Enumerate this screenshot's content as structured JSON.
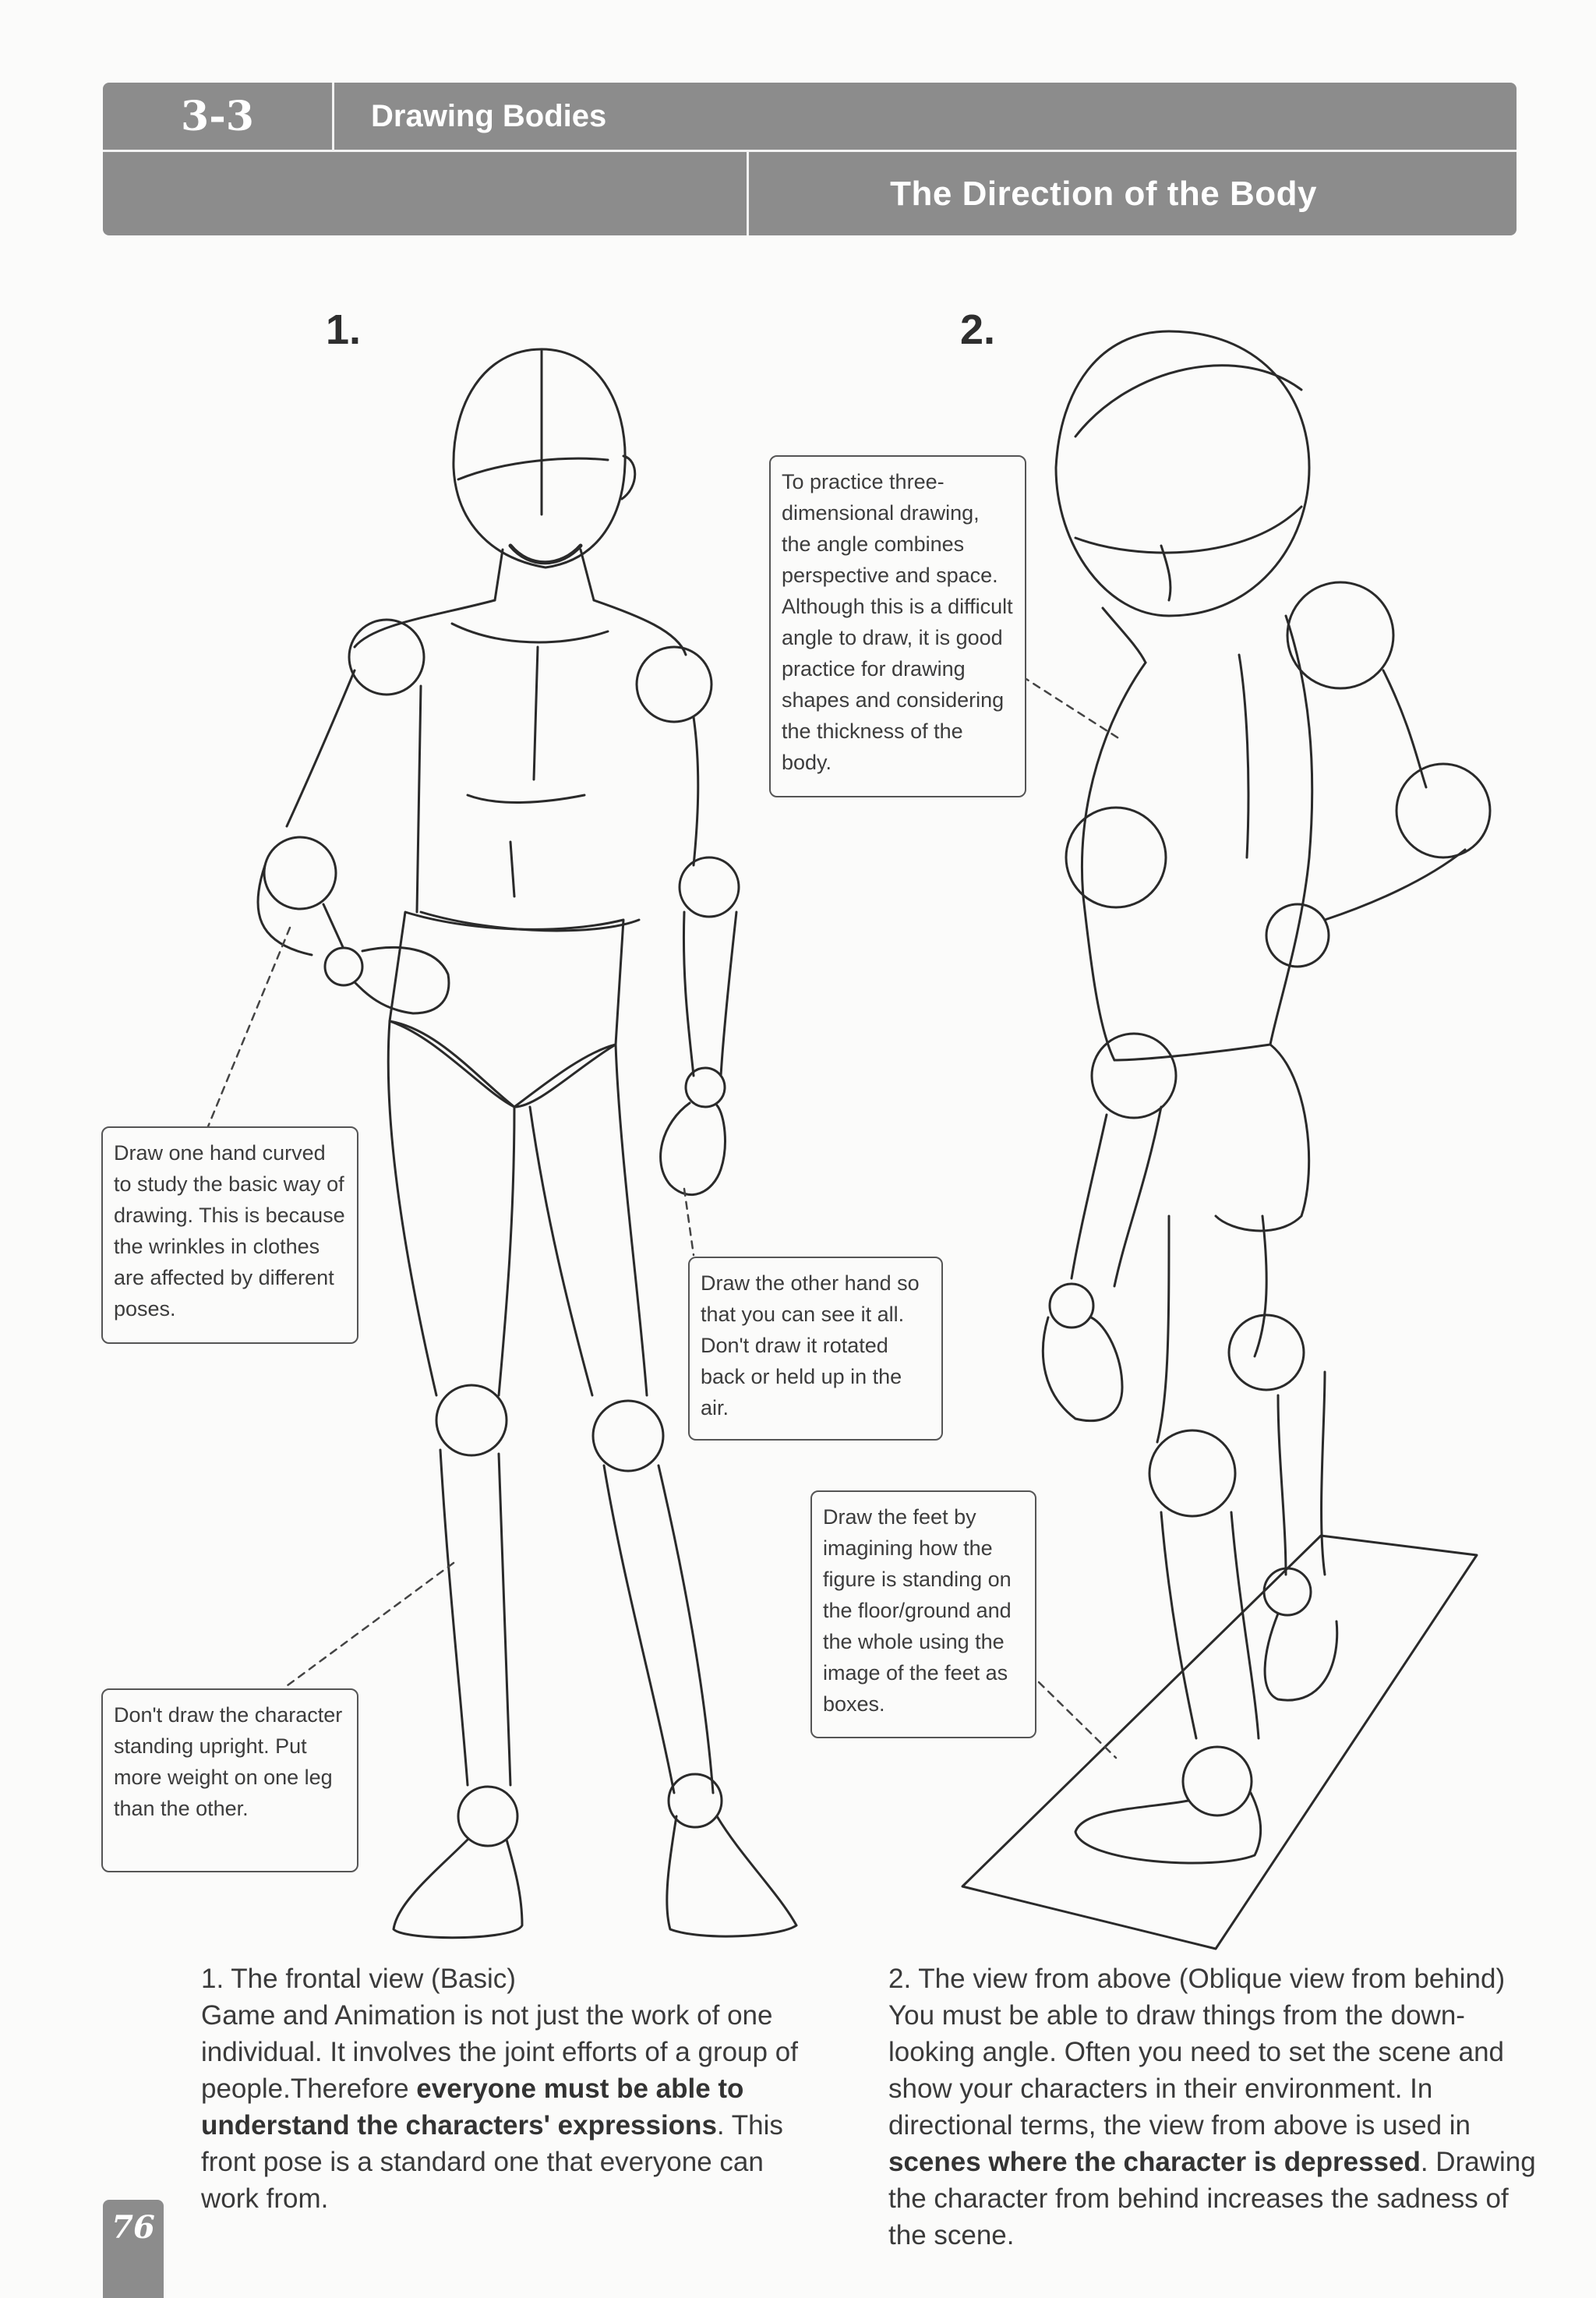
{
  "header": {
    "section_number": "3-3",
    "section_title": "Drawing Bodies",
    "subtitle": "The Direction of the Body"
  },
  "figures": {
    "label_1": "1.",
    "label_2": "2."
  },
  "callouts": {
    "three_dimensional": "To practice three-dimensional drawing, the angle combines perspective and space. Although this is a difficult angle to draw, it is good practice for drawing shapes and considering the thickness of the body.",
    "hand_curved": "Draw one hand curved to study the basic way of drawing. This is because the wrinkles in clothes are affected by different poses.",
    "other_hand": "Draw the other hand so that you can see it all. Don't draw it rotated back or held up in the air.",
    "feet": "Draw the feet by imagining how the figure is standing on the floor/ground and the whole using the image of the feet as boxes.",
    "standing": "Don't draw the character standing upright. Put more weight on one leg than the other."
  },
  "captions": {
    "left": {
      "heading": "1. The frontal view (Basic)",
      "text_before": "Game and Animation is not just the work of one individual. It involves the joint efforts of a group of people.Therefore ",
      "bold": "everyone must be able to understand the characters' expressions",
      "text_after": ". This front pose is a standard one that everyone can work from."
    },
    "right": {
      "heading": "2. The view from above (Oblique view from behind)",
      "text_before": "You must be able to draw things from the down-looking angle. Often you need to set the scene and show your characters in their environment. In directional terms, the view from above is used in ",
      "bold": "scenes where the character is depressed",
      "text_after": ". Drawing the character from behind increases the sadness of the scene."
    }
  },
  "page_number": "76"
}
